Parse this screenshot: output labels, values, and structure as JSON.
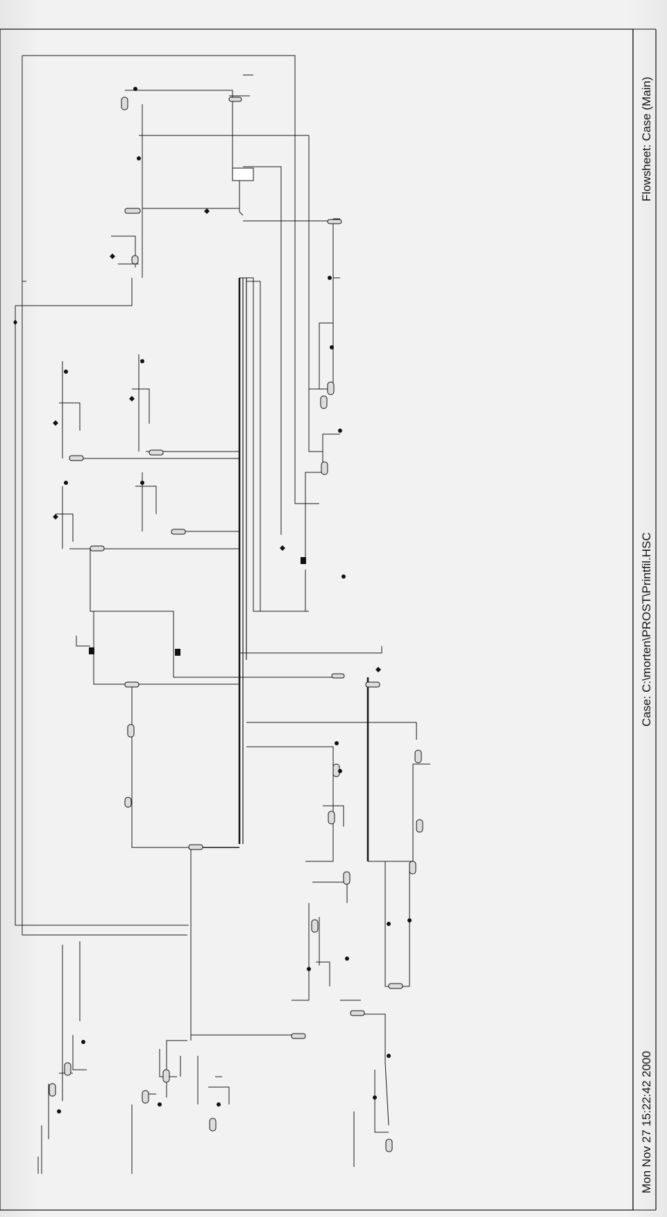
{
  "footer": {
    "date": "Mon Nov 27 15:22:42 2000",
    "case": "Case: C:\\morten\\PROST\\Printfil.HSC",
    "flowsheet": "Flowsheet: Case (Main)"
  },
  "colors": {
    "paper": "#f2f2f2",
    "ink": "#1a1a1a"
  }
}
